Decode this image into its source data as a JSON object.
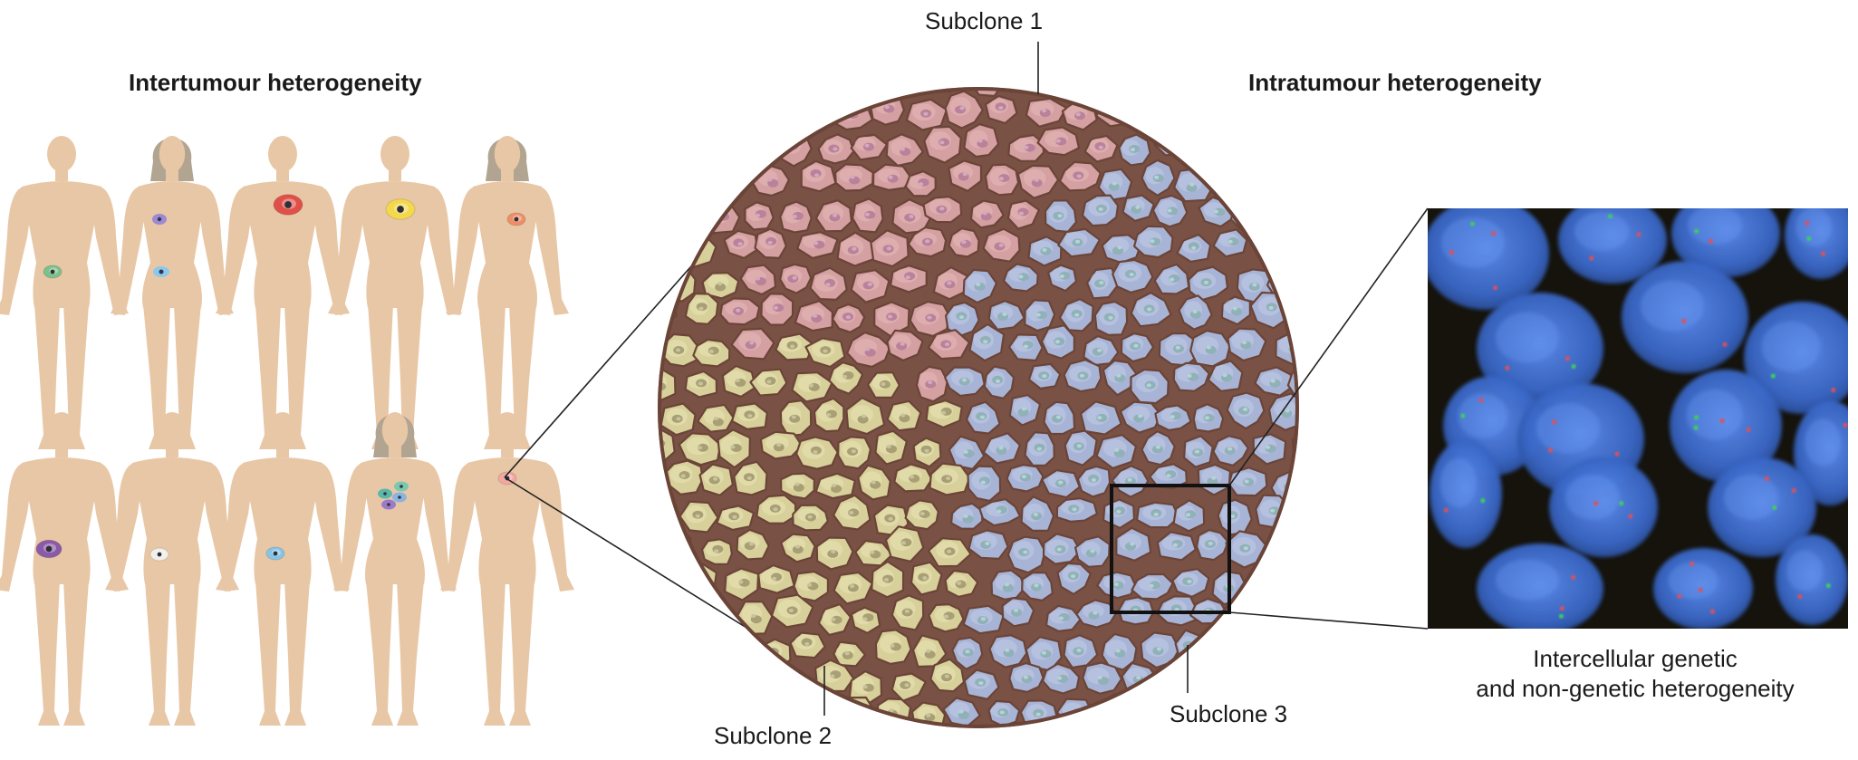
{
  "titles": {
    "intertumour": "Intertumour heterogeneity",
    "intratumour": "Intratumour heterogeneity"
  },
  "labels": {
    "subclone1": "Subclone 1",
    "subclone2": "Subclone 2",
    "subclone3": "Subclone 3"
  },
  "caption": {
    "line1": "Intercellular genetic",
    "line2": "and non-genetic heterogeneity"
  },
  "colors": {
    "skin": "#e8c7a6",
    "hair": "#b1a591",
    "subclone1_cell": "#d4a0a2",
    "subclone2_cell": "#d8d09a",
    "subclone3_cell": "#a8b4d6",
    "stroma": "#7a5145",
    "micro_bg": "#15130c",
    "nucleus_blue": "#3d6fcf",
    "probe_red": "#e0505a",
    "probe_green": "#3ed05a"
  },
  "bodies": [
    {
      "sex": "male",
      "tumour": "#7cc08a"
    },
    {
      "sex": "female",
      "tumour": "#9b8ad0"
    },
    {
      "sex": "male",
      "tumour": "#e0504a"
    },
    {
      "sex": "male",
      "tumour": "#f2d84a"
    },
    {
      "sex": "female",
      "tumour": "#ee8f6a"
    },
    {
      "sex": "male",
      "tumour": "#8a5aa8"
    },
    {
      "sex": "male",
      "tumour": "#f1efe8"
    },
    {
      "sex": "male",
      "tumour": "#86c4e6"
    },
    {
      "sex": "female",
      "tumour": "#5ab8a8"
    },
    {
      "sex": "male",
      "tumour": "#f2a7a0"
    }
  ]
}
